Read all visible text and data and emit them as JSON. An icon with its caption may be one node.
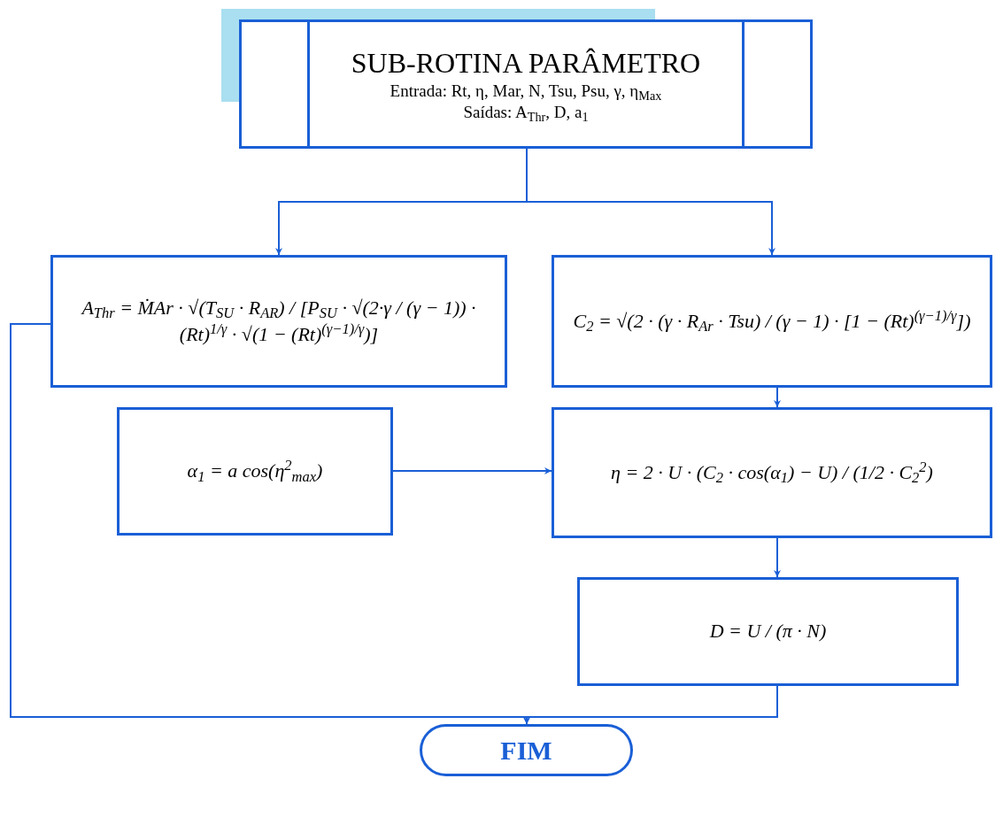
{
  "diagram": {
    "nodes": [
      {
        "text": [
          "SUB-ROTINA PARÂMETRO",
          "Entrada: Rt, η, Mar, N, Tsu, Psu, γ, η$_{Max}$",
          "Saídas: A$_{Thr}$, D, a$_{1}$"
        ]
      },
      {
        "text": [
          "A$_{Thr}$ = ṀAr · √(T$_{SU}$ · R$_{AR}$) / [P$_{SU}$ · √(2·γ / (γ − 1)) · (Rt)$^{1/γ}$ · √(1 − (Rt)$^{(γ−1)/γ}$)]"
        ]
      },
      {
        "text": [
          "C$_{2}$ = √(2 · (γ · R$_{Ar}$ · Tsu) / (γ − 1) · [1 − (Rt)$^{(γ−1)/γ}$])"
        ]
      },
      {
        "text": [
          "α$_{1}$ = a cos(η$^{2}$$_{max}$)"
        ]
      },
      {
        "text": [
          "η = 2 · U · (C$_{2}$ · cos(α$_{1}$) − U) / (1/2 · C$_{2}$$^{2}$)"
        ]
      },
      {
        "text": [
          "D = U / (π · N)"
        ]
      },
      {
        "text": [
          "FIM"
        ]
      }
    ],
    "edges": [
      {
        "from": 0,
        "to": 1,
        "arrow": "to"
      },
      {
        "from": 0,
        "to": 2,
        "arrow": "to"
      },
      {
        "from": 2,
        "to": 4,
        "arrow": "to"
      },
      {
        "from": 3,
        "to": 4,
        "arrow": "to"
      },
      {
        "from": 4,
        "to": 5,
        "arrow": "to"
      },
      {
        "from": 1,
        "to": 6,
        "arrow": "to"
      },
      {
        "from": 5,
        "to": 6,
        "arrow": "to"
      }
    ]
  }
}
